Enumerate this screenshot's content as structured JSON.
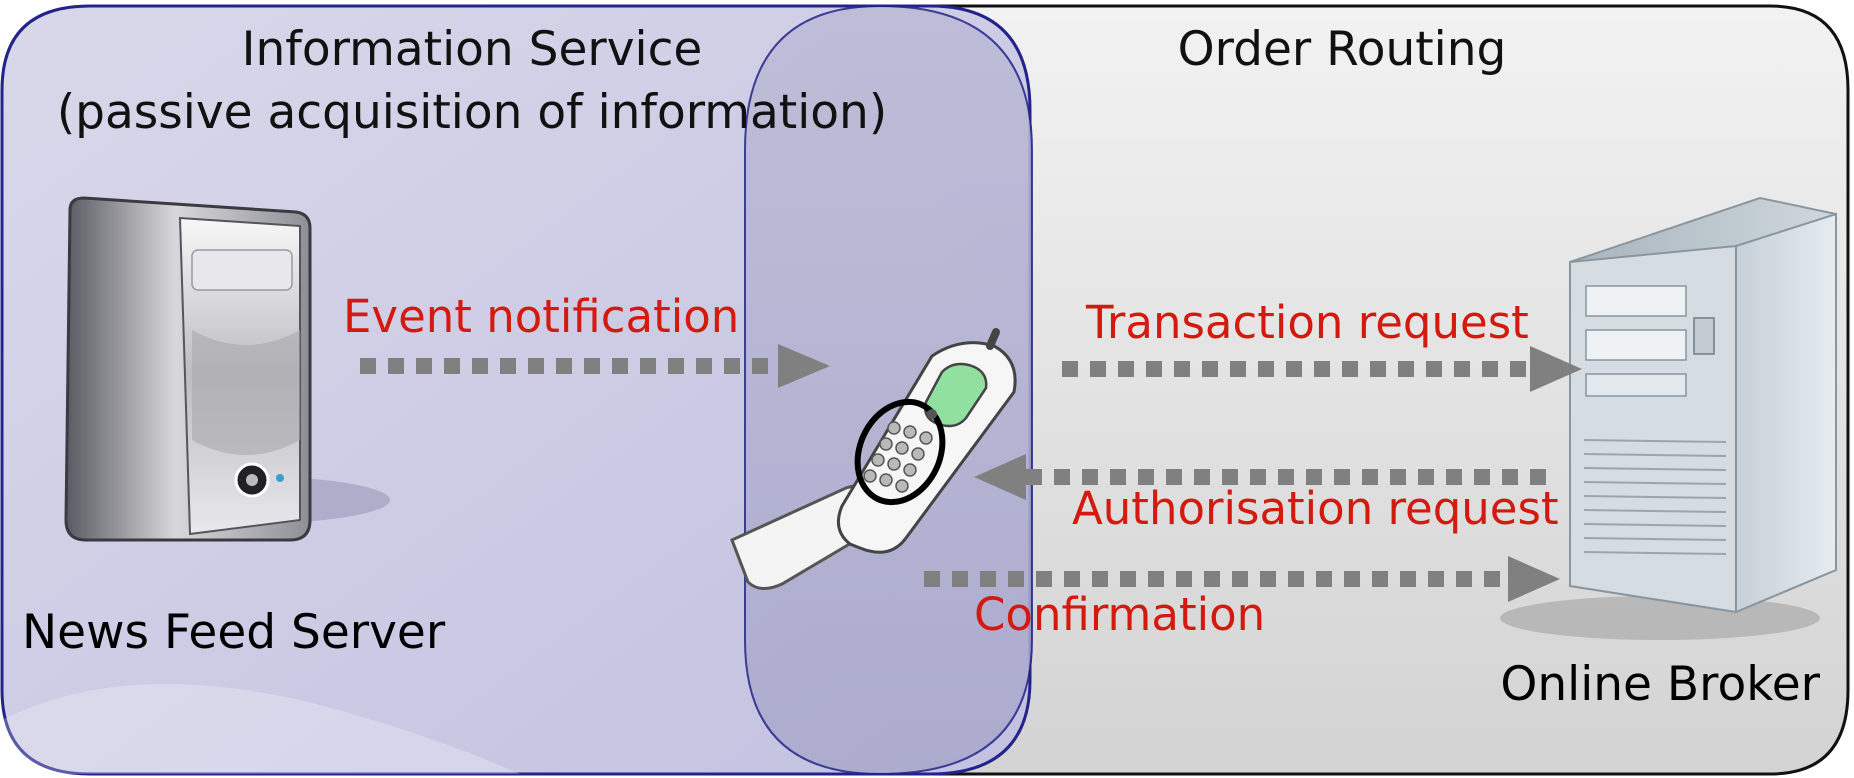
{
  "regions": {
    "information_service": {
      "title_line1": "Information Service",
      "title_line2": "(passive acquisition of information)",
      "fill_color": "#c9c8e2",
      "border_color": "#23248a"
    },
    "order_routing": {
      "title": "Order Routing",
      "fill_color": "#e3e3e3",
      "border_color": "#111111"
    }
  },
  "nodes": {
    "news_feed_server": {
      "label": "News Feed Server",
      "icon": "server-tower-icon"
    },
    "mobile_phone": {
      "icon": "flip-phone-icon"
    },
    "online_broker": {
      "label": "Online Broker",
      "icon": "server-tower-icon"
    }
  },
  "messages": {
    "event_notification": "Event notification",
    "transaction_request": "Transaction request",
    "authorisation_request": "Authorisation request",
    "confirmation": "Confirmation"
  },
  "colors": {
    "message_text": "#d4190f",
    "arrow": "#808080"
  }
}
